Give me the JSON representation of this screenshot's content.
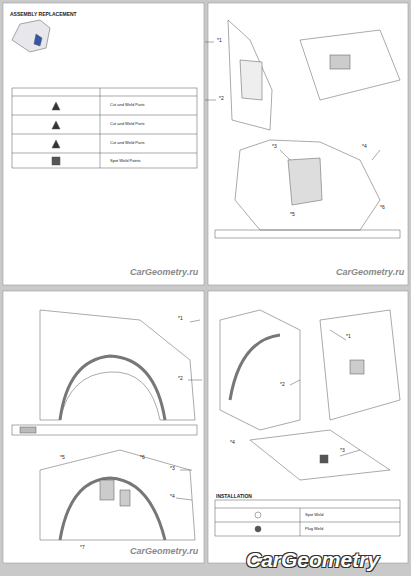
{
  "diagram": {
    "labels": [
      "ASSEMBLY REPLACEMENT",
      "Cut and Weld Parts",
      "Cut and Weld Parts",
      "Cut and Weld Parts",
      "Spot Weld Points",
      "CarGeometry.ru",
      "*1",
      "*2",
      "*3",
      "*4",
      "*5",
      "*6",
      "CarGeometry.ru",
      "*1",
      "*2",
      "*3",
      "*4",
      "*5",
      "*6",
      "*7",
      "CarGeometry.ru",
      "*1",
      "*2",
      "*3",
      "*4",
      "INSTALLATION",
      "Spot Weld",
      "Plug Weld",
      "CarGeometry"
    ]
  }
}
